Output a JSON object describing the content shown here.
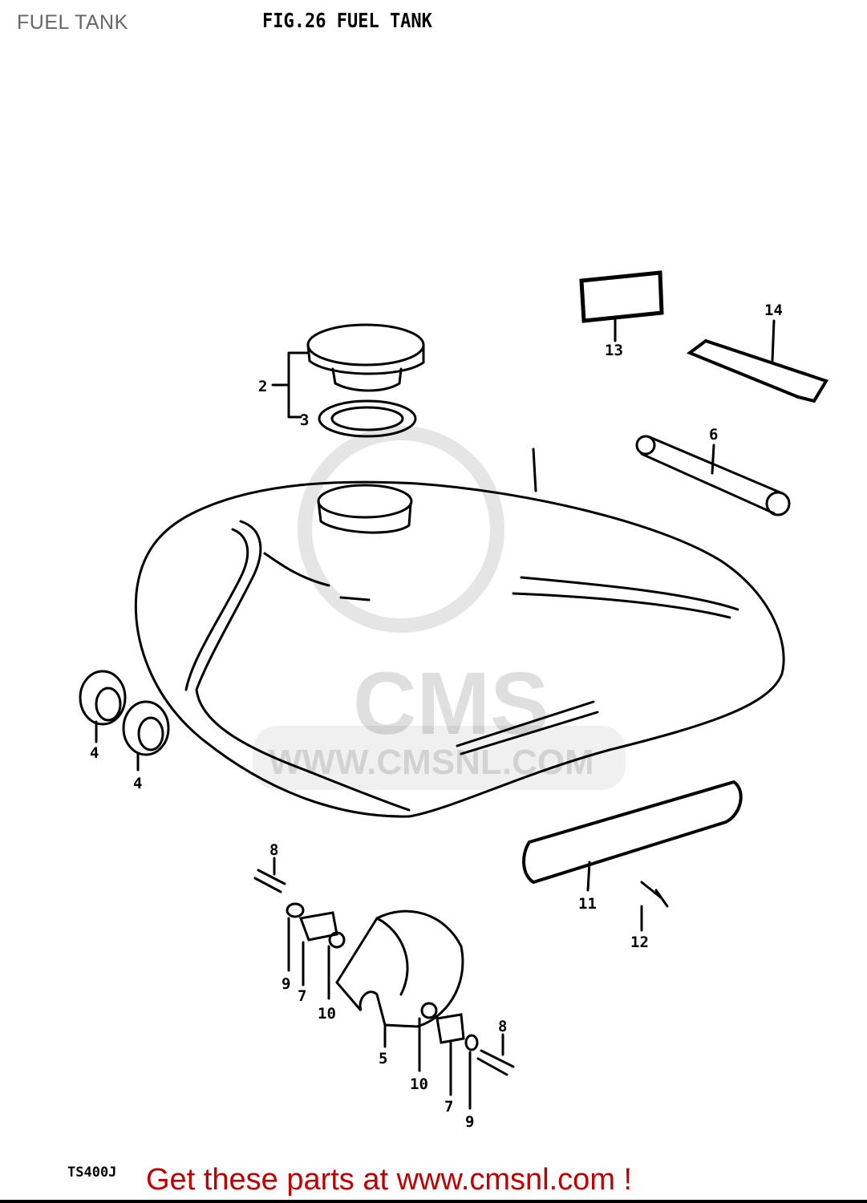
{
  "page_title": "FUEL TANK",
  "figure_title": "FIG.26  FUEL TANK",
  "model_code": "TS400J",
  "promo_link": "Get these parts at www.cmsnl.com !",
  "watermark": {
    "logo_text": "CMS",
    "url_text": "WWW.CMSNL.COM"
  },
  "colors": {
    "promo": "#c00000",
    "title": "#666666"
  },
  "parts": [
    {
      "number": "2"
    },
    {
      "number": "3"
    },
    {
      "number": "4"
    },
    {
      "number": "4"
    },
    {
      "number": "5"
    },
    {
      "number": "6"
    },
    {
      "number": "7"
    },
    {
      "number": "7"
    },
    {
      "number": "8"
    },
    {
      "number": "8"
    },
    {
      "number": "9"
    },
    {
      "number": "9"
    },
    {
      "number": "10"
    },
    {
      "number": "10"
    },
    {
      "number": "11"
    },
    {
      "number": "12"
    },
    {
      "number": "13"
    },
    {
      "number": "14"
    }
  ]
}
